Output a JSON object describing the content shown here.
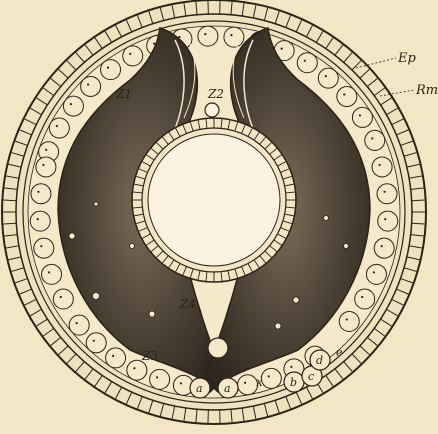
{
  "figure": {
    "labels": {
      "ep": "Ep",
      "rm": "Rm",
      "z1": "Z1",
      "z2": "Z2",
      "z3": "Z3",
      "z4": "Z4",
      "a": "a",
      "a2": "a",
      "b": "b",
      "c": "c",
      "d": "d",
      "e": "e",
      "x": "x"
    },
    "colors": {
      "paper": "#f3e6c4",
      "ink": "#2b2218",
      "band_dark": "#3c3428",
      "band_mid": "#6a5e4c"
    }
  }
}
